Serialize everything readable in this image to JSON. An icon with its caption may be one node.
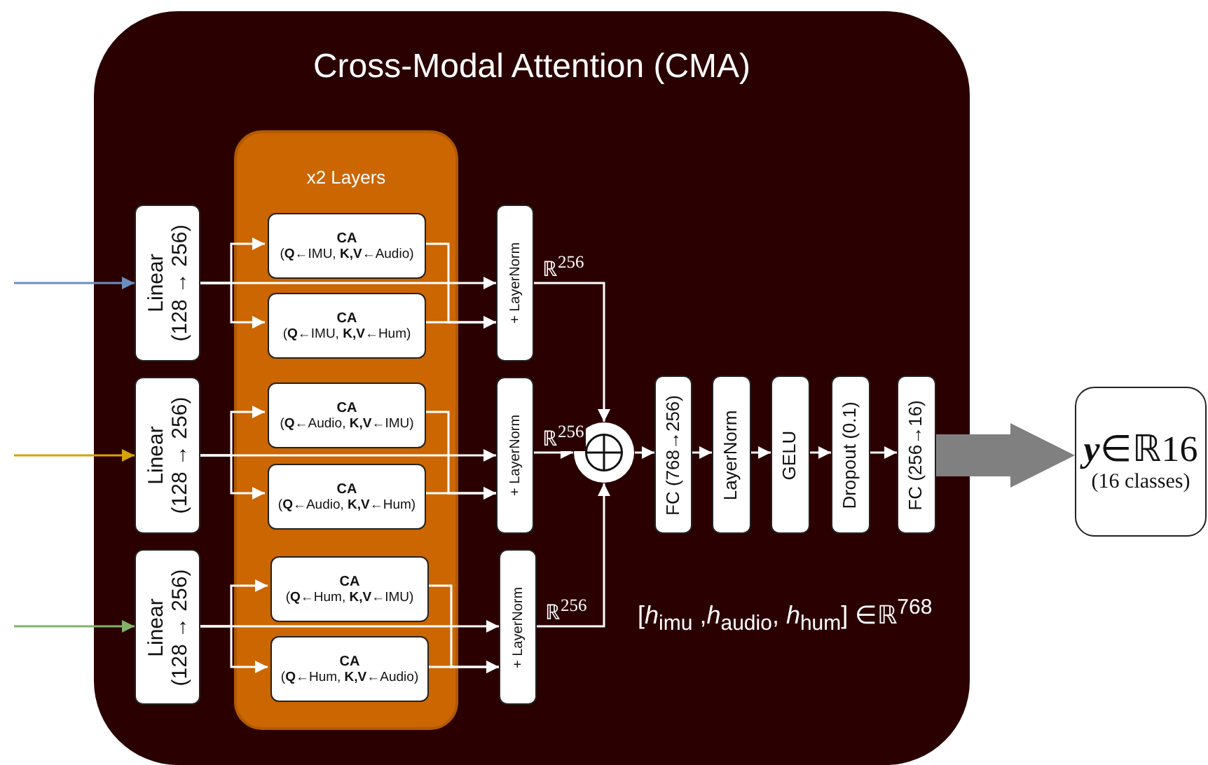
{
  "diagram": {
    "nodes": [
      {
        "text": [
          "Cross-Modal Attention (CMA)"
        ]
      },
      {
        "text": [
          "x2 Layers"
        ],
        "in": 0
      },
      {
        "text": [
          "Linear (128 → 256)"
        ],
        "in": 0
      },
      {
        "text": [
          "CA",
          "(**Q**←IMU, **K,V**←Audio)"
        ],
        "in": 1
      },
      {
        "text": [
          "CA",
          "(**Q**←IMU, **K,V**←Hum)"
        ],
        "in": 1
      },
      {
        "text": [
          "+ LayerNorm"
        ],
        "in": 0
      },
      {
        "text": [
          "Linear (128 → 256)"
        ],
        "in": 0
      },
      {
        "text": [
          "CA",
          "(**Q**←Audio, **K,V**←IMU)"
        ],
        "in": 1
      },
      {
        "text": [
          "CA",
          "(**Q**←Audio, **K,V**←Hum)"
        ],
        "in": 1
      },
      {
        "text": [
          "+ LayerNorm"
        ],
        "in": 0
      },
      {
        "text": [
          "Linear (128 → 256)"
        ],
        "in": 0
      },
      {
        "text": [
          "CA",
          "(**Q**←Hum, **K,V**←IMU)"
        ],
        "in": 1
      },
      {
        "text": [
          "CA",
          "(**Q**←Hum, **K,V**←Audio)"
        ],
        "in": 1
      },
      {
        "text": [
          "+ LayerNorm"
        ],
        "in": 0
      },
      {
        "text": [],
        "shape": "circle",
        "in": 0
      },
      {
        "text": [
          "FC (768→256)"
        ],
        "in": 0
      },
      {
        "text": [
          "LayerNorm"
        ],
        "in": 0
      },
      {
        "text": [
          "GELU"
        ],
        "in": 0
      },
      {
        "text": [
          "Dropout (0.1)"
        ],
        "in": 0
      },
      {
        "text": [
          "FC (256→16)"
        ],
        "in": 0
      },
      {
        "text": [
          "**y**∈ℝ16",
          "(16 classes)"
        ]
      }
    ],
    "edges": [
      {
        "from": null,
        "to": 2,
        "arrow": "to",
        "color": "#6c8ebf"
      },
      {
        "from": null,
        "to": 6,
        "arrow": "to",
        "color": "#d6a20a"
      },
      {
        "from": null,
        "to": 10,
        "arrow": "to",
        "color": "#82b366"
      },
      {
        "from": 2,
        "to": 3,
        "arrow": "to"
      },
      {
        "from": 2,
        "to": 4,
        "arrow": "to"
      },
      {
        "from": 2,
        "to": 5,
        "arrow": "to"
      },
      {
        "from": 3,
        "to": 5,
        "arrow": "to"
      },
      {
        "from": 4,
        "to": 5,
        "arrow": "to"
      },
      {
        "from": 6,
        "to": 7,
        "arrow": "to"
      },
      {
        "from": 6,
        "to": 8,
        "arrow": "to"
      },
      {
        "from": 6,
        "to": 9,
        "arrow": "to"
      },
      {
        "from": 7,
        "to": 9,
        "arrow": "to"
      },
      {
        "from": 8,
        "to": 9,
        "arrow": "to"
      },
      {
        "from": 10,
        "to": 11,
        "arrow": "to"
      },
      {
        "from": 10,
        "to": 12,
        "arrow": "to"
      },
      {
        "from": 10,
        "to": 13,
        "arrow": "to"
      },
      {
        "from": 11,
        "to": 13,
        "arrow": "to"
      },
      {
        "from": 12,
        "to": 13,
        "arrow": "to"
      },
      {
        "from": 5,
        "to": 14,
        "arrow": "to",
        "label": "ℝ$^{256}$"
      },
      {
        "from": 9,
        "to": 14,
        "arrow": "to",
        "label": "ℝ$^{256}$"
      },
      {
        "from": 13,
        "to": 14,
        "arrow": "to",
        "label": "ℝ$^{256}$"
      },
      {
        "from": 14,
        "to": 15,
        "arrow": "to"
      },
      {
        "from": 15,
        "to": 16,
        "arrow": "to"
      },
      {
        "from": 16,
        "to": 17,
        "arrow": "to"
      },
      {
        "from": 17,
        "to": 18,
        "arrow": "to"
      },
      {
        "from": 18,
        "to": 19,
        "arrow": "to"
      },
      {
        "from": 19,
        "to": 20,
        "arrow": "to",
        "style": "thick",
        "color": "#808080"
      }
    ],
    "labels": [
      "[*h*$_{imu}$ ,*h*$_{audio}$, *h*$_{hum}$] ∈ℝ$^{768}$"
    ]
  }
}
